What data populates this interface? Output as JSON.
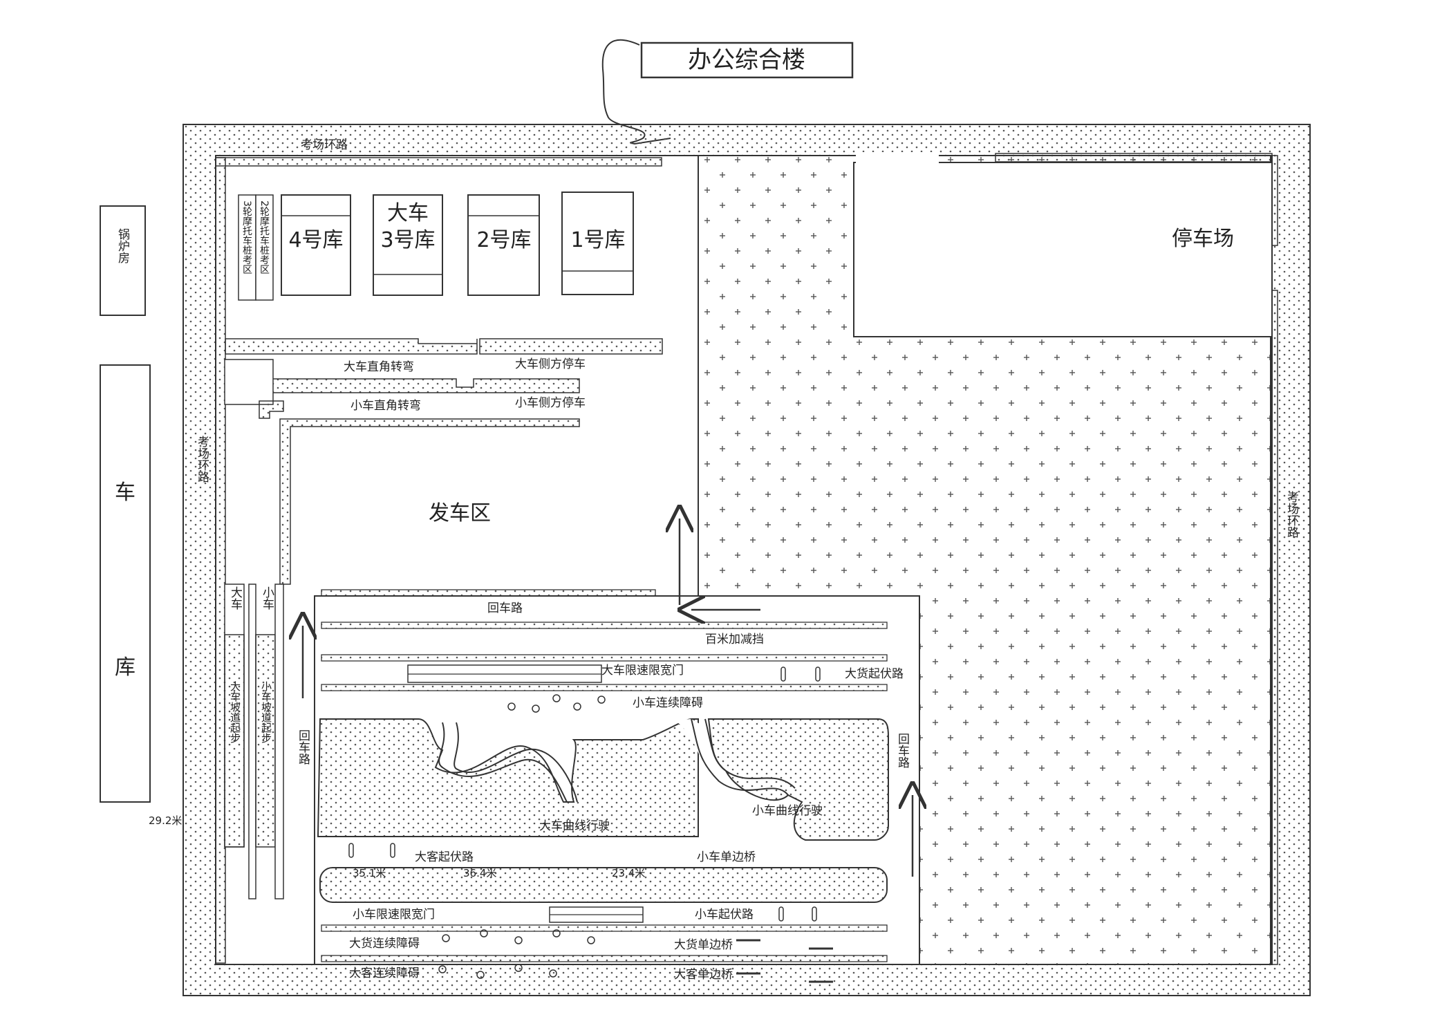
{
  "title": "办公综合楼",
  "buildings": {
    "boiler_room": "锅炉房",
    "garage_top": "车",
    "garage_bottom": "库"
  },
  "roads": {
    "exam_loop_top": "考场环路",
    "exam_loop_left": "考场环路",
    "exam_loop_right": "考场环路",
    "return_road_top": "回车路",
    "return_road_left": "回车路",
    "return_road_right": "回车路"
  },
  "garages": {
    "moto3": "3轮摩托车桩考区",
    "moto2": "2轮摩托车桩考区",
    "g4": "4号库",
    "g3": "3号库",
    "g3_note": "大车",
    "g2": "2号库",
    "g1": "1号库"
  },
  "areas": {
    "parking": "停车场",
    "departure": "发车区"
  },
  "stations": {
    "big_right_turn": "大车直角转弯",
    "big_side_park": "大车侧方停车",
    "small_right_turn": "小车直角转弯",
    "small_side_park": "小车侧方停车",
    "big_lane": "大车",
    "small_lane": "小车",
    "big_slope_start": "大车坡道起步",
    "small_slope_start": "小车坡道起步",
    "accel_100m": "百米加减挡",
    "big_speed_gate": "大车限速限宽门",
    "cargo_bumps": "大货起伏路",
    "small_obstacles": "小车连续障碍",
    "big_curve": "大车曲线行驶",
    "small_curve": "小车曲线行驶",
    "bus_bumps": "大客起伏路",
    "small_bridge": "小车单边桥",
    "small_speed_gate": "小车限速限宽门",
    "small_bumps": "小车起伏路",
    "cargo_obstacles": "大货连续障碍",
    "cargo_bridge": "大货单边桥",
    "bus_obstacles": "大客连续障碍",
    "bus_bridge": "大客单边桥"
  },
  "dimensions": {
    "d1": "29.2米",
    "d2": "35.1米",
    "d3": "36.4米",
    "d4": "23.4米"
  },
  "colors": {
    "line": "#333333",
    "dot": "#555555",
    "paper": "#ffffff"
  }
}
